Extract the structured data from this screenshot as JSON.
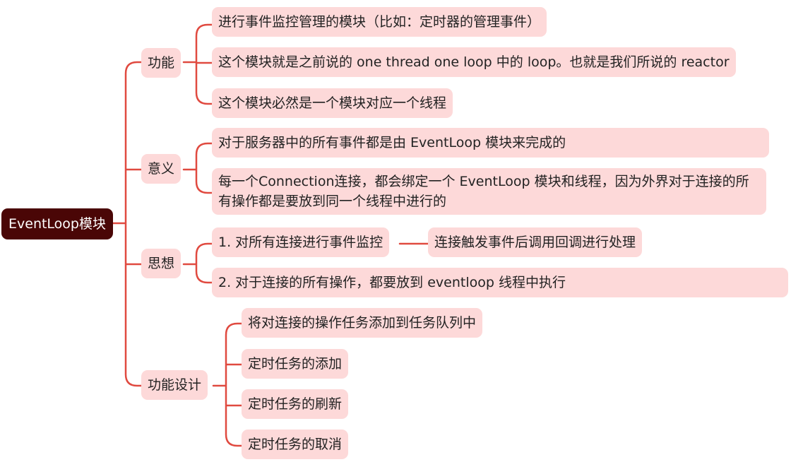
{
  "root": "EventLoop模块",
  "branches": [
    {
      "label": "功能",
      "children": [
        "进行事件监控管理的模块（比如：定时器的管理事件）",
        "这个模块就是之前说的 one thread one loop 中的 loop。也就是我们所说的 reactor",
        "这个模块必然是一个模块对应一个线程"
      ]
    },
    {
      "label": "意义",
      "children": [
        "对于服务器中的所有事件都是由 EventLoop 模块来完成的",
        "每一个Connection连接，都会绑定一个 EventLoop 模块和线程，因为外界对于连接的所有操作都是要放到同一个线程中进行的"
      ]
    },
    {
      "label": "思想",
      "children": [
        "1. 对所有连接进行事件监控",
        "2. 对于连接的所有操作，都要放到 eventloop 线程中执行"
      ],
      "sub_child": "连接触发事件后调用回调进行处理"
    },
    {
      "label": "功能设计",
      "children": [
        "将对连接的操作任务添加到任务队列中",
        "定时任务的添加",
        "定时任务的刷新",
        "定时任务的取消"
      ]
    }
  ],
  "colors": {
    "root_bg": "#4a0606",
    "node_bg": "#fdd9d9",
    "line": "#e04a40"
  }
}
